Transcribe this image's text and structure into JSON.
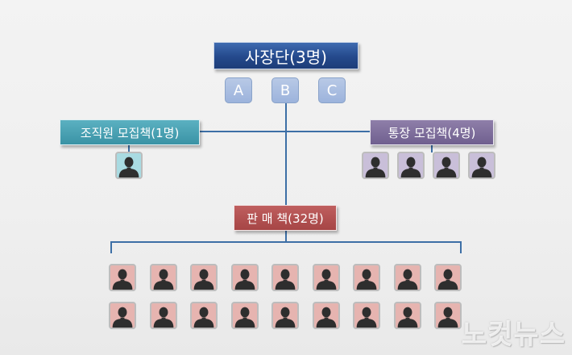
{
  "chart": {
    "top": {
      "label": "사장단(3명)",
      "members": [
        "A",
        "B",
        "C"
      ]
    },
    "left_branch": {
      "label": "조직원 모집책(1명)",
      "count": 1,
      "avatar_color": "#a9dbe2"
    },
    "right_branch": {
      "label": "통장 모집책(4명)",
      "count": 4,
      "avatar_color": "#c9bfd9"
    },
    "bottom_branch": {
      "label": "판 매 책(32명)",
      "shown_avatars": 18,
      "avatar_color": "#e6b4b0"
    }
  },
  "colors": {
    "connector": "#3d6fa6",
    "top_box": "#24498c",
    "left_box": "#3a93a5",
    "right_box": "#6f5f8f",
    "bottom_box": "#a64545"
  },
  "icons": {
    "member": "person-silhouette-icon"
  },
  "watermark": {
    "text": "노컷뉴스"
  }
}
